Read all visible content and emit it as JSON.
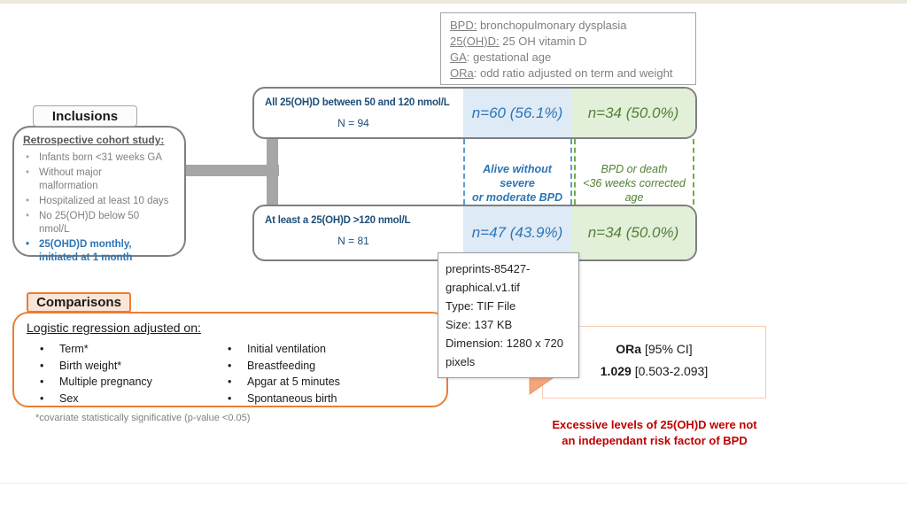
{
  "legend": {
    "items": [
      {
        "abbr": "BPD:",
        "rest": " bronchopulmonary dysplasia"
      },
      {
        "abbr": "25(OH)D:",
        "rest": " 25 OH vitamin D"
      },
      {
        "abbr": "GA",
        "rest": ": gestational age"
      },
      {
        "abbr": "ORa",
        "rest": ": odd ratio adjusted on term and weight"
      }
    ]
  },
  "inclusions": {
    "title": "Inclusions",
    "heading": "Retrospective cohort study:",
    "items": [
      "Infants born <31  weeks GA",
      "Without major\nmalformation",
      "Hospitalized at least 10 days",
      "No 25(OH)D below 50\nnmol/L"
    ],
    "highlight_item": "25(OHD)D monthly,\ninitiated at 1 month"
  },
  "flow": {
    "rows": [
      {
        "title": "All 25(OH)D between 50 and 120 nmol/L",
        "n": "N = 94",
        "blue_value": "n=60 (56.1%)",
        "green_value": "n=34 (50.0%)"
      },
      {
        "title": "At least a 25(OH)D >120 nmol/L",
        "n": "N = 81",
        "blue_value": "n=47 (43.9%)",
        "green_value": "n=34 (50.0%)"
      }
    ],
    "blue_outcome": "Alive without severe\nor moderate BPD",
    "green_outcome": "BPD or death\n<36 weeks corrected age"
  },
  "comparisons": {
    "title": "Comparisons",
    "heading": "Logistic regression adjusted on:",
    "left_items": [
      "Term*",
      "Birth weight*",
      "Multiple pregnancy",
      "Sex"
    ],
    "right_items": [
      "Initial ventilation",
      "Breastfeeding",
      "Apgar at 5 minutes",
      "Spontaneous birth"
    ]
  },
  "footnote": "*covariate statistically significative (p-value <0.05)",
  "result": {
    "label_bold": "ORa",
    "label_rest": "  [95% CI]",
    "value_bold": "1.029",
    "value_rest": " [0.503-2.093]"
  },
  "conclusion": "Excessive levels of 25(OH)D were not\nan independant risk factor of BPD",
  "tooltip": {
    "filename": "preprints-85427-graphical.v1.tif",
    "type": "Type: TIF File",
    "size": "Size: 137 KB",
    "dimension": "Dimension: 1280 x 720 pixels"
  },
  "colors": {
    "navy": "#1F4E79",
    "blue": "#2E75B6",
    "blue_bg": "#DEEAF6",
    "green": "#538135",
    "green_bg": "#E2EFD9",
    "orange": "#ED7D31",
    "peach_bg": "#FBE5D6",
    "arrow_fill": "#F3A57C",
    "red": "#C00000",
    "gray_border": "#7F7F7F",
    "gray_text": "#808080",
    "top_strip": "#ECE8DB"
  }
}
